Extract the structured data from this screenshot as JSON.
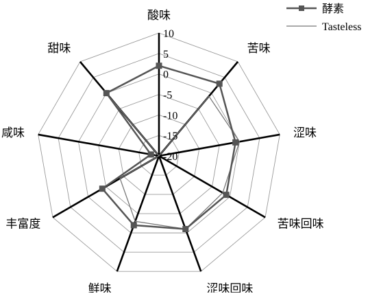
{
  "chart_data": {
    "type": "radar",
    "title": "",
    "axes": [
      "酸味",
      "苦味",
      "涩味",
      "苦味回味",
      "涩味回味",
      "鲜味",
      "丰富度",
      "咸味",
      "甜味"
    ],
    "range": [
      -20,
      10
    ],
    "ticks": [
      -20,
      -15,
      -10,
      -5,
      0,
      5,
      10
    ],
    "tick_labels": [
      "-20",
      "-15",
      "-10",
      "-5",
      "0",
      "5",
      "10"
    ],
    "grid": true,
    "legend_position": "top-right",
    "series": [
      {
        "name": "酵素",
        "values": [
          2,
          3,
          -1,
          -1,
          -1,
          -2,
          -4,
          -18,
          0
        ],
        "color": "#555555",
        "marker": "square"
      },
      {
        "name": "Tasteless",
        "values": [
          -20,
          -1,
          0,
          -2,
          -1,
          -3,
          -9,
          -20,
          -1
        ],
        "color": "#777777",
        "marker": "none"
      }
    ]
  }
}
